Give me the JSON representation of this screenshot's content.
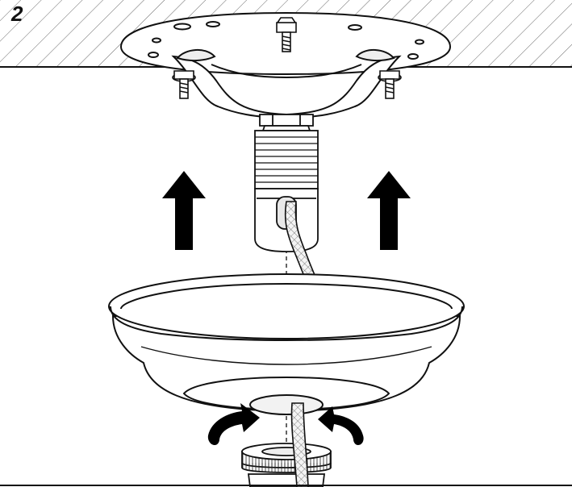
{
  "step_number": "2",
  "colors": {
    "stroke": "#111111",
    "fill": "#ffffff",
    "shade": "#f2f2f2",
    "arrow": "#000000"
  },
  "figure": {
    "ceiling": "hatched-ceiling",
    "bracket": "mounting-bracket-with-nuts",
    "fitting": "threaded-fitting",
    "canopy": "light-canopy",
    "ring": "knurled-ring",
    "cable": "braided-cord",
    "lift_arrows": 2,
    "rotate_arrows": 2
  }
}
